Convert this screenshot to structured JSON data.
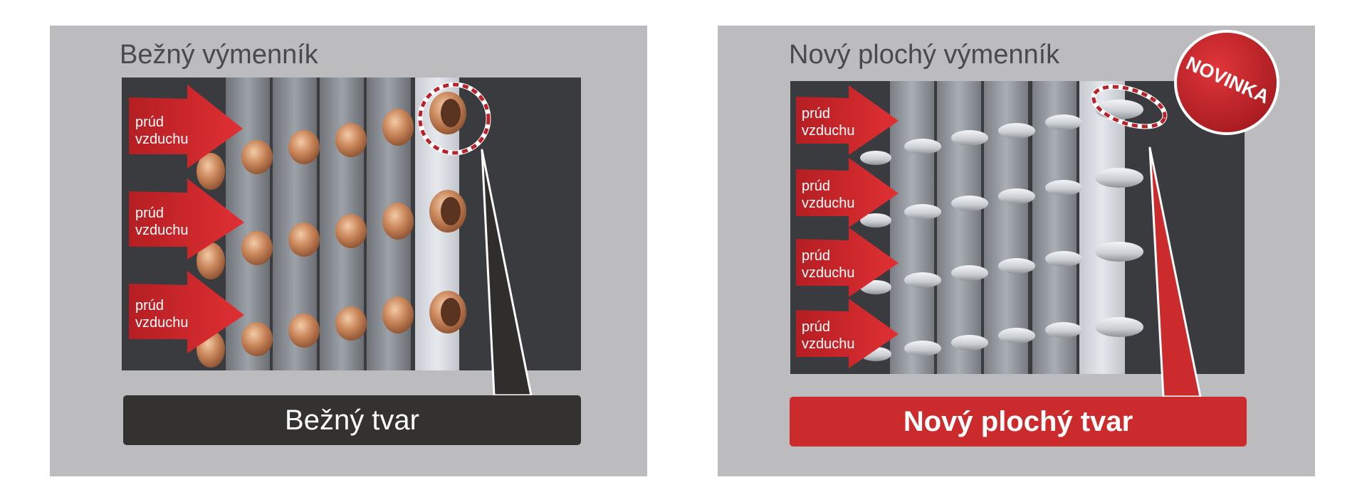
{
  "left_panel": {
    "title": "Bežný výmenník",
    "arrow_label_line1": "prúd",
    "arrow_label_line2": "vzduchu",
    "caption": "Bežný tvar"
  },
  "right_panel": {
    "title": "Nový plochý výmenník",
    "arrow_label_line1": "prúd",
    "arrow_label_line2": "vzduchu",
    "caption": "Nový plochý tvar",
    "badge": "NOVINKA"
  },
  "colors": {
    "panel_bg": "#bcbcbe",
    "dark_bar": "#333230",
    "accent_red": "#cc2b2e",
    "copper": "#c9865a",
    "aluminum": "#dcdfe4"
  }
}
